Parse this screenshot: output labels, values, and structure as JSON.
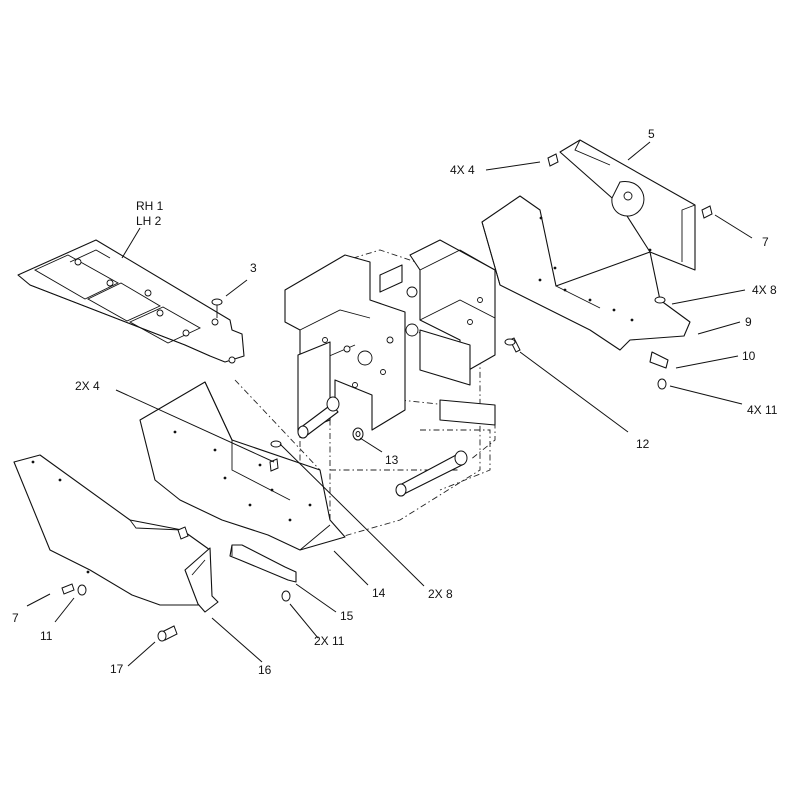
{
  "callouts": {
    "rh1": "RH 1",
    "lh2": "LH 2",
    "c3": "3",
    "c5": "5",
    "c4x4": "4X 4",
    "c7_right": "7",
    "c4x8": "4X 8",
    "c9": "9",
    "c10": "10",
    "c4x11": "4X 11",
    "c12": "12",
    "c2x4": "2X 4",
    "c13": "13",
    "c2x8": "2X 8",
    "c14": "14",
    "c15": "15",
    "c2x11": "2X 11",
    "c7_left": "7",
    "c11": "11",
    "c17": "17",
    "c16": "16"
  }
}
